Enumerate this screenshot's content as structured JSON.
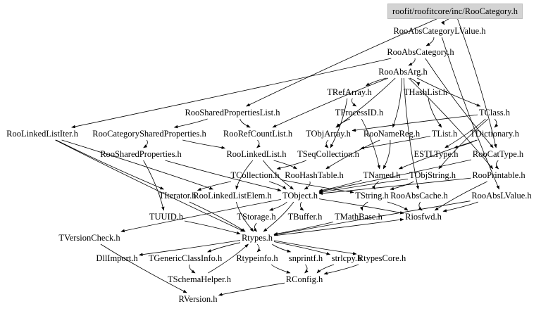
{
  "graph": {
    "title": "roofit/roofitcore/inc/RooCategory.h include dependency graph",
    "edge_color": "#000000",
    "root_fill": "#d3d3d3",
    "nodes": [
      {
        "id": "root",
        "label": "roofit/roofitcore/inc/RooCategory.h",
        "root": true
      },
      {
        "id": "RooAbsCategoryLValue",
        "label": "RooAbsCategoryLValue.h"
      },
      {
        "id": "RooAbsCategory",
        "label": "RooAbsCategory.h"
      },
      {
        "id": "RooAbsArg",
        "label": "RooAbsArg.h"
      },
      {
        "id": "TRefArray",
        "label": "TRefArray.h"
      },
      {
        "id": "THashList",
        "label": "THashList.h"
      },
      {
        "id": "RooSharedPropertiesList",
        "label": "RooSharedPropertiesList.h"
      },
      {
        "id": "TProcessID",
        "label": "TProcessID.h"
      },
      {
        "id": "TClass",
        "label": "TClass.h"
      },
      {
        "id": "RooLinkedListIter",
        "label": "RooLinkedListIter.h"
      },
      {
        "id": "RooCategorySharedProperties",
        "label": "RooCategorySharedProperties.h"
      },
      {
        "id": "RooRefCountList",
        "label": "RooRefCountList.h"
      },
      {
        "id": "TObjArray",
        "label": "TObjArray.h"
      },
      {
        "id": "RooNameReg",
        "label": "RooNameReg.h"
      },
      {
        "id": "TList",
        "label": "TList.h"
      },
      {
        "id": "TDictionary",
        "label": "TDictionary.h"
      },
      {
        "id": "RooSharedProperties",
        "label": "RooSharedProperties.h"
      },
      {
        "id": "RooLinkedList",
        "label": "RooLinkedList.h"
      },
      {
        "id": "TSeqCollection",
        "label": "TSeqCollection.h"
      },
      {
        "id": "ESTLType",
        "label": "ESTLType.h"
      },
      {
        "id": "RooCatType",
        "label": "RooCatType.h"
      },
      {
        "id": "TCollection",
        "label": "TCollection.h"
      },
      {
        "id": "RooHashTable",
        "label": "RooHashTable.h"
      },
      {
        "id": "TNamed",
        "label": "TNamed.h"
      },
      {
        "id": "TObjString",
        "label": "TObjString.h"
      },
      {
        "id": "RooPrintable",
        "label": "RooPrintable.h"
      },
      {
        "id": "TIterator",
        "label": "TIterator.h"
      },
      {
        "id": "RooLinkedListElem",
        "label": "RooLinkedListElem.h"
      },
      {
        "id": "TObject",
        "label": "TObject.h"
      },
      {
        "id": "TString",
        "label": "TString.h"
      },
      {
        "id": "RooAbsCache",
        "label": "RooAbsCache.h"
      },
      {
        "id": "RooAbsLValue",
        "label": "RooAbsLValue.h"
      },
      {
        "id": "TUUID",
        "label": "TUUID.h"
      },
      {
        "id": "TStorage",
        "label": "TStorage.h"
      },
      {
        "id": "TBuffer",
        "label": "TBuffer.h"
      },
      {
        "id": "TMathBase",
        "label": "TMathBase.h"
      },
      {
        "id": "Riosfwd",
        "label": "Riosfwd.h"
      },
      {
        "id": "TVersionCheck",
        "label": "TVersionCheck.h"
      },
      {
        "id": "Rtypes",
        "label": "Rtypes.h"
      },
      {
        "id": "DllImport",
        "label": "DllImport.h"
      },
      {
        "id": "TGenericClassInfo",
        "label": "TGenericClassInfo.h"
      },
      {
        "id": "Rtypeinfo",
        "label": "Rtypeinfo.h"
      },
      {
        "id": "snprintf",
        "label": "snprintf.h"
      },
      {
        "id": "strlcpy",
        "label": "strlcpy.h"
      },
      {
        "id": "RtypesCore",
        "label": "RtypesCore.h"
      },
      {
        "id": "TSchemaHelper",
        "label": "TSchemaHelper.h"
      },
      {
        "id": "RConfig",
        "label": "RConfig.h"
      },
      {
        "id": "RVersion",
        "label": "RVersion.h"
      }
    ],
    "edges": [
      [
        "root",
        "RooAbsCategoryLValue"
      ],
      [
        "root",
        "RooCatType"
      ],
      [
        "root",
        "RooSharedPropertiesList"
      ],
      [
        "RooAbsCategoryLValue",
        "RooAbsCategory"
      ],
      [
        "RooAbsCategoryLValue",
        "RooAbsLValue"
      ],
      [
        "RooAbsCategory",
        "RooAbsArg"
      ],
      [
        "RooAbsCategory",
        "RooCatType"
      ],
      [
        "RooAbsCategory",
        "RooLinkedListIter"
      ],
      [
        "RooAbsArg",
        "TRefArray"
      ],
      [
        "RooAbsArg",
        "THashList"
      ],
      [
        "RooAbsArg",
        "TClass"
      ],
      [
        "RooAbsArg",
        "RooNameReg"
      ],
      [
        "RooAbsArg",
        "RooRefCountList"
      ],
      [
        "RooAbsArg",
        "TObjArray"
      ],
      [
        "RooAbsArg",
        "RooAbsCache"
      ],
      [
        "RooAbsArg",
        "RooPrintable"
      ],
      [
        "TRefArray",
        "TProcessID"
      ],
      [
        "TRefArray",
        "TSeqCollection"
      ],
      [
        "TProcessID",
        "TObjArray"
      ],
      [
        "TProcessID",
        "TNamed"
      ],
      [
        "THashList",
        "TList"
      ],
      [
        "TClass",
        "TDictionary"
      ],
      [
        "TClass",
        "TObjString"
      ],
      [
        "TClass",
        "ESTLType"
      ],
      [
        "TClass",
        "TObjArray"
      ],
      [
        "RooSharedPropertiesList",
        "RooCategorySharedProperties"
      ],
      [
        "RooSharedPropertiesList",
        "RooRefCountList"
      ],
      [
        "RooCategorySharedProperties",
        "RooSharedProperties"
      ],
      [
        "RooCategorySharedProperties",
        "RooLinkedList"
      ],
      [
        "RooRefCountList",
        "RooLinkedList"
      ],
      [
        "TObjArray",
        "TSeqCollection"
      ],
      [
        "RooNameReg",
        "TNamed"
      ],
      [
        "RooNameReg",
        "RooHashTable"
      ],
      [
        "TList",
        "TSeqCollection"
      ],
      [
        "TDictionary",
        "TNamed"
      ],
      [
        "TDictionary",
        "ESTLType"
      ],
      [
        "RooSharedProperties",
        "TObject"
      ],
      [
        "RooSharedProperties",
        "TUUID"
      ],
      [
        "RooLinkedList",
        "RooLinkedListElem"
      ],
      [
        "RooLinkedList",
        "RooHashTable"
      ],
      [
        "RooLinkedList",
        "TObject"
      ],
      [
        "TSeqCollection",
        "TCollection"
      ],
      [
        "RooCatType",
        "RooPrintable"
      ],
      [
        "RooCatType",
        "TObject"
      ],
      [
        "TCollection",
        "TIterator"
      ],
      [
        "TCollection",
        "TObject"
      ],
      [
        "TCollection",
        "TString"
      ],
      [
        "RooHashTable",
        "TObject"
      ],
      [
        "TNamed",
        "TString"
      ],
      [
        "TNamed",
        "TObject"
      ],
      [
        "TObjString",
        "TObject"
      ],
      [
        "TObjString",
        "TString"
      ],
      [
        "RooPrintable",
        "Riosfwd"
      ],
      [
        "RooPrintable",
        "TObject"
      ],
      [
        "RooLinkedListIter",
        "TIterator"
      ],
      [
        "RooLinkedListIter",
        "RooLinkedListElem"
      ],
      [
        "RooLinkedListIter",
        "Rtypes"
      ],
      [
        "TIterator",
        "Rtypes"
      ],
      [
        "RooLinkedListElem",
        "Rtypes"
      ],
      [
        "TObject",
        "TStorage"
      ],
      [
        "TObject",
        "TBuffer"
      ],
      [
        "TObject",
        "Riosfwd"
      ],
      [
        "TObject",
        "TVersionCheck"
      ],
      [
        "TObject",
        "Rtypes"
      ],
      [
        "TString",
        "TMathBase"
      ],
      [
        "TString",
        "Riosfwd"
      ],
      [
        "RooAbsCache",
        "Riosfwd"
      ],
      [
        "RooAbsLValue",
        "Riosfwd"
      ],
      [
        "RooAbsLValue",
        "Rtypes"
      ],
      [
        "TUUID",
        "Rtypes"
      ],
      [
        "TStorage",
        "Rtypes"
      ],
      [
        "TMathBase",
        "Rtypes"
      ],
      [
        "TVersionCheck",
        "RVersion"
      ],
      [
        "Rtypes",
        "DllImport"
      ],
      [
        "Rtypes",
        "TGenericClassInfo"
      ],
      [
        "Rtypes",
        "Rtypeinfo"
      ],
      [
        "Rtypes",
        "snprintf"
      ],
      [
        "Rtypes",
        "strlcpy"
      ],
      [
        "Rtypes",
        "RtypesCore"
      ],
      [
        "Rtypes",
        "Riosfwd"
      ],
      [
        "TGenericClassInfo",
        "TSchemaHelper"
      ],
      [
        "TSchemaHelper",
        "Rtypes"
      ],
      [
        "Rtypeinfo",
        "RConfig"
      ],
      [
        "snprintf",
        "RConfig"
      ],
      [
        "strlcpy",
        "RConfig"
      ],
      [
        "RtypesCore",
        "RConfig"
      ],
      [
        "RConfig",
        "RVersion"
      ]
    ]
  }
}
